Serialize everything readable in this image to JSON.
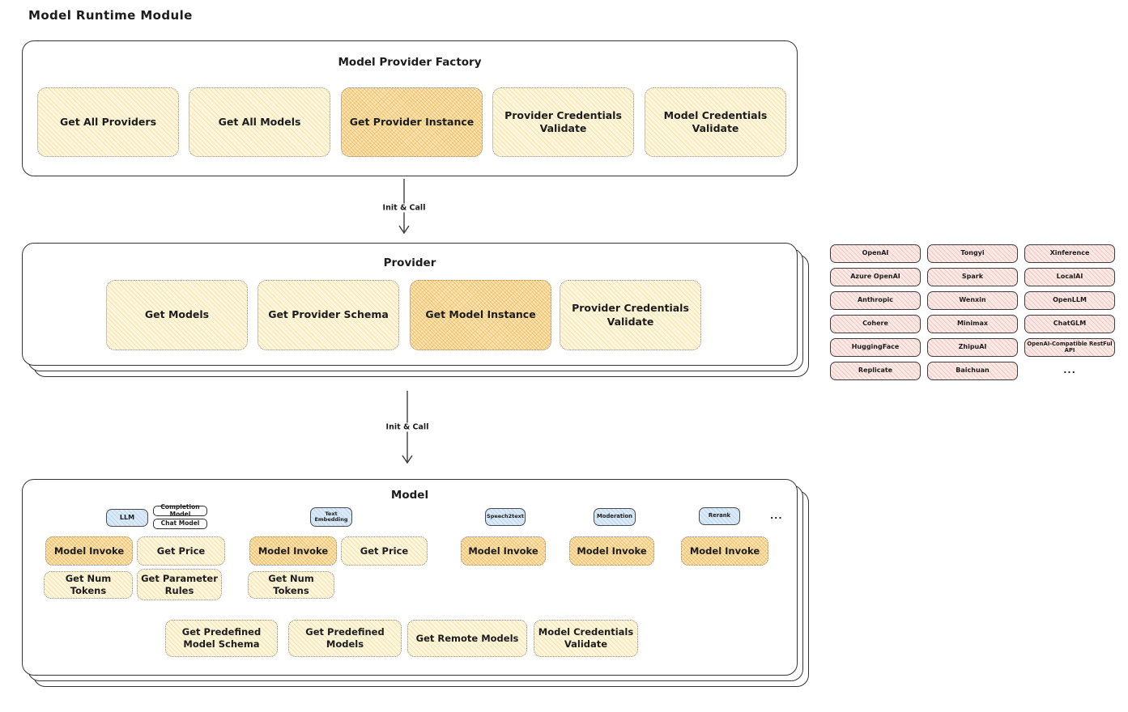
{
  "page": {
    "title": "Model Runtime Module"
  },
  "colors": {
    "node_yellow": "#FDF6DF",
    "node_orange": "#FAE5B4",
    "provider_pink": "#FBE9E6",
    "type_blue": "#DBEAF8",
    "outline": "#343434"
  },
  "factory": {
    "title": "Model Provider Factory",
    "items": [
      {
        "label": "Get All Providers",
        "emphasis": false
      },
      {
        "label": "Get All Models",
        "emphasis": false
      },
      {
        "label": "Get Provider Instance",
        "emphasis": true
      },
      {
        "label": "Provider Credentials Validate",
        "emphasis": false
      },
      {
        "label": "Model Credentials Validate",
        "emphasis": false
      }
    ]
  },
  "arrows": [
    {
      "label": "Init & Call"
    },
    {
      "label": "Init & Call"
    }
  ],
  "provider": {
    "title": "Provider",
    "items": [
      {
        "label": "Get Models",
        "emphasis": false
      },
      {
        "label": "Get Provider Schema",
        "emphasis": false
      },
      {
        "label": "Get Model Instance",
        "emphasis": true
      },
      {
        "label": "Provider Credentials Validate",
        "emphasis": false
      }
    ]
  },
  "registry": {
    "items": [
      "OpenAI",
      "Tongyi",
      "Xinference",
      "Azure OpenAI",
      "Spark",
      "LocalAI",
      "Anthropic",
      "Wenxin",
      "OpenLLM",
      "Cohere",
      "Minimax",
      "ChatGLM",
      "HuggingFace",
      "ZhipuAI",
      "OpenAI-Compatible RestFul API",
      "Replicate",
      "Baichuan",
      "..."
    ]
  },
  "model": {
    "title": "Model",
    "types": {
      "llm": "LLM",
      "completion_model": "Completion Model",
      "chat_model": "Chat Model",
      "text_embedding": "Text Embedding",
      "speech2text": "Speech2text",
      "moderation": "Moderation",
      "rerank": "Rerank",
      "more": "..."
    },
    "actions": {
      "model_invoke": "Model Invoke",
      "get_price": "Get Price",
      "get_num_tokens": "Get Num Tokens",
      "get_parameter_rules": "Get Parameter Rules",
      "get_predefined_model_schema": "Get Predefined Model Schema",
      "get_predefined_models": "Get Predefined Models",
      "get_remote_models": "Get Remote Models",
      "model_credentials_validate": "Model Credentials Validate"
    }
  }
}
